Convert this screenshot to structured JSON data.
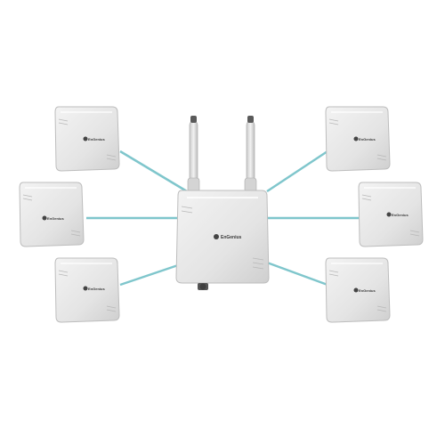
{
  "product": {
    "brand_label": "EnGenius",
    "colors": {
      "background": "#ffffff",
      "device_body": "#e6e6e6",
      "device_edge": "#bdbdbd",
      "link_line": "#7fc6cc",
      "antenna": "#d8d8d8"
    },
    "hub": {
      "name": "central-access-point",
      "antenna_count": 2
    },
    "nodes": [
      {
        "name": "node-top-left"
      },
      {
        "name": "node-middle-left"
      },
      {
        "name": "node-bottom-left"
      },
      {
        "name": "node-top-right"
      },
      {
        "name": "node-middle-right"
      },
      {
        "name": "node-bottom-right"
      }
    ]
  }
}
